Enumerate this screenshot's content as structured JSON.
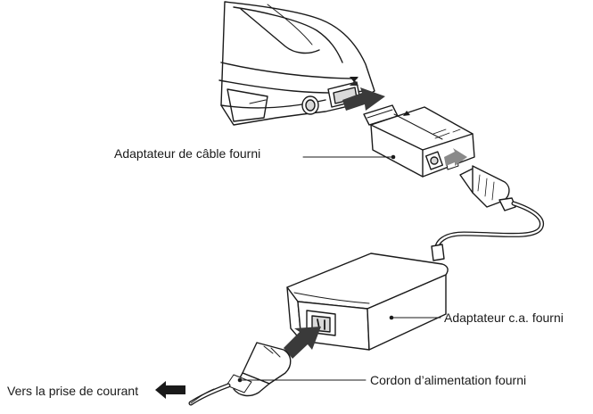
{
  "labels": {
    "cable_adapter": "Adaptateur de câble fourni",
    "ac_adapter": "Adaptateur c.a. fourni",
    "power_cord": "Cordon d’alimentation fourni",
    "outlet": "Vers la prise de courant"
  },
  "icons": {
    "arrow_left": "arrow-left-icon",
    "insert_arrow": "insert-arrow-icon"
  },
  "colors": {
    "line": "#1a1a1a",
    "arrow_dark": "#2b2b2b",
    "arrow_grey": "#8a8a8a",
    "shade": "#d9d9d9"
  }
}
